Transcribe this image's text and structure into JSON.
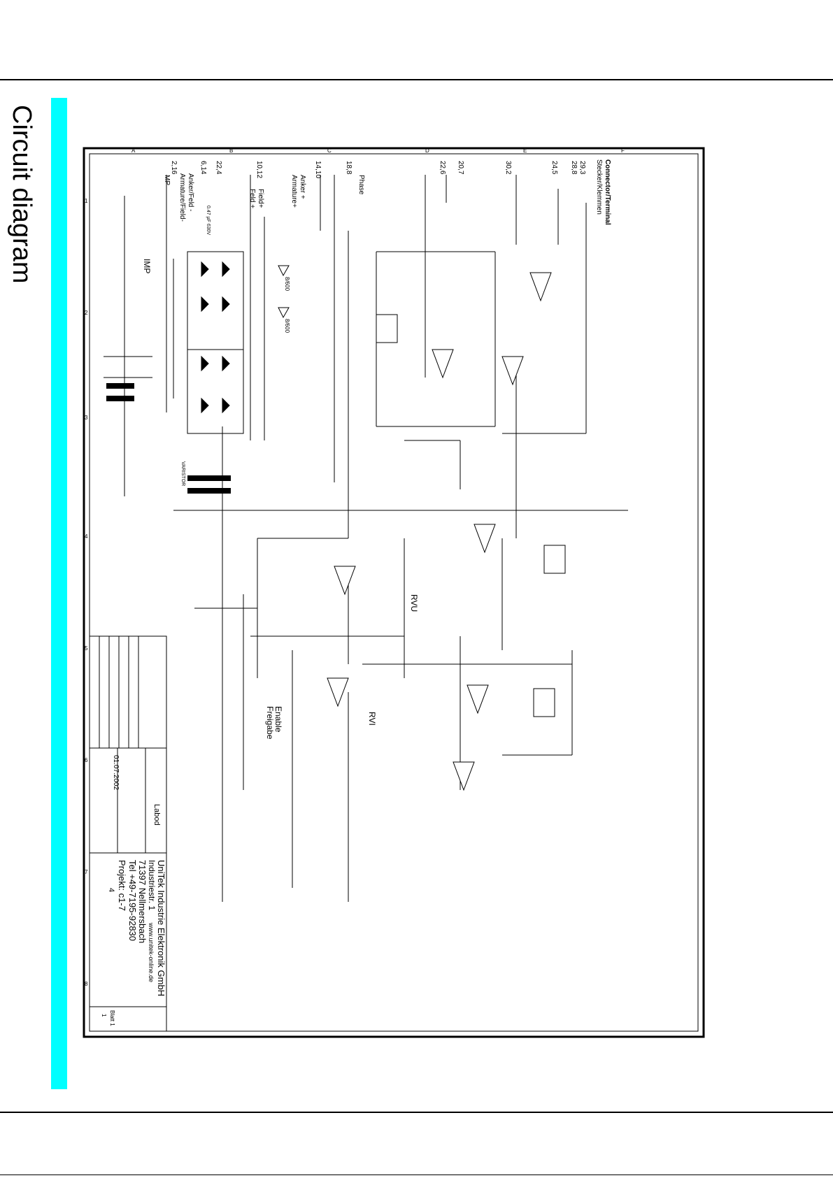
{
  "page": {
    "section_title": "Circuit diagram"
  },
  "connectors": {
    "header": "Connector/Terminal",
    "header_de": "Stecker/Klemmen",
    "pins": [
      "24,5",
      "28,8",
      "29,3",
      "30,2",
      "20,7",
      "22,6",
      "14,10",
      "18,8",
      "10,12",
      "22,4",
      "6,14",
      "2,16"
    ],
    "labels": {
      "phase": "Phase",
      "armature_plus": "Armature+",
      "anker_plus": "Anker +",
      "field_plus": "Field+",
      "feld_plus": "Feld +",
      "armature_field_minus": "Armature/Field-",
      "anker_feld_minus": "Anker/Feld -",
      "mp": "MP"
    }
  },
  "annotations": {
    "enable": "Enable",
    "freigabe": "Freigabe",
    "rvu": "RVU",
    "rvi": "RVI",
    "imp": "IMP",
    "cap_c5": "0.47 µF 630V",
    "d21": "8/600",
    "d20": "8/600",
    "varistor": "VARISTOR"
  },
  "title_block": {
    "company": "UniTek Industrie Elektronik GmbH",
    "street": "Industriestr. 1",
    "web": "www.unitek-online.de",
    "city": "71397 Nellmersbach",
    "tel": "Tel +49-7195-92830",
    "project": "Projekt: c1-7",
    "project_no": "4",
    "date": "01.07.2002",
    "drawn_by": "Labod",
    "sheet": "Blatt 1",
    "sheet_of": "1"
  },
  "column_letters": [
    "A",
    "B",
    "C",
    "D",
    "E",
    "F"
  ],
  "row_numbers": [
    "1",
    "2",
    "3",
    "4",
    "5",
    "6",
    "7",
    "8"
  ]
}
